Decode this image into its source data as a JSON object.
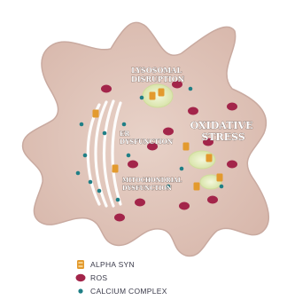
{
  "labels": {
    "lysosomal": [
      "LYSOSOMAL",
      "DISRUPTION"
    ],
    "oxidative": [
      "OXIDATIVE",
      "STRESS"
    ],
    "er": [
      "ER",
      "DYSFUNCTION"
    ],
    "mito": [
      "MITOCHONDRIAL",
      "DYSFUNCTION"
    ]
  },
  "legend": [
    {
      "label": "ALPHA SYN",
      "icon": "alpha-syn-icon"
    },
    {
      "label": "ROS",
      "icon": "ros-icon"
    },
    {
      "label": "CALCIUM COMPLEX",
      "icon": "calcium-complex-icon"
    }
  ],
  "colors": {
    "cell_fill": "#e3c8be",
    "cell_edge": "#c9aaa0",
    "ros": "#a3254a",
    "alpha_syn": "#e39a2e",
    "calcium": "#1f7f86",
    "vesicle": "#e8f0c8"
  }
}
